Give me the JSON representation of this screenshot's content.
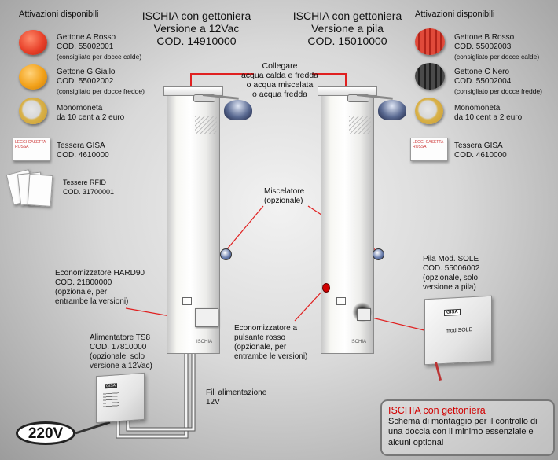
{
  "left_header": "Attivazioni disponibili",
  "right_header": "Attivazioni disponibili",
  "left_title": [
    "ISCHIA con gettoniera",
    "Versione a 12Vac",
    "COD. 14910000"
  ],
  "right_title": [
    "ISCHIA con gettoniera",
    "Versione a pila",
    "COD. 15010000"
  ],
  "left_items": [
    {
      "name": "Gettone A Rosso",
      "code": "COD. 55002001",
      "note": "(consigliato per docce calde)",
      "color": "#e8412a"
    },
    {
      "name": "Gettone G Giallo",
      "code": "COD. 55002002",
      "note": "(consigliato per docce fredde)",
      "color": "#f3a21b"
    },
    {
      "name": "Monomoneta",
      "code": "da 10 cent a 2 euro"
    },
    {
      "name": "Tessera GISA",
      "code": "COD. 4610000",
      "card_text": "LEGGI CASETTA ROSSA"
    },
    {
      "name": "Tessere RFID",
      "code": "COD. 31700001"
    }
  ],
  "right_items": [
    {
      "name": "Gettone B Rosso",
      "code": "COD. 55002003",
      "note": "(consigliato per docce calde)",
      "color": "#d8342b"
    },
    {
      "name": "Gettone C Nero",
      "code": "COD. 55002004",
      "note": "(consigliato per docce fredde)",
      "color": "#3a3a3a"
    },
    {
      "name": "Monomoneta",
      "code": "da 10 cent a 2 euro"
    },
    {
      "name": "Tessera GISA",
      "code": "COD. 4610000",
      "card_text": "LEGGI CASETTA ROSSA"
    }
  ],
  "connect_label": [
    "Collegare",
    "acqua calda e fredda",
    "o acqua miscelata",
    "o acqua fredda"
  ],
  "mixer_label": [
    "Miscelatore",
    "(opzionale)"
  ],
  "hard90_label": [
    "Economizzatore HARD90",
    "COD. 21800000",
    "(opzionale, per",
    "entrambe la versioni)"
  ],
  "red_button_label": [
    "Economizzatore a",
    "pulsante rosso",
    "(opzionale, per",
    "entrambe le versioni)"
  ],
  "ts8_label": [
    "Alimentatore TS8",
    "COD. 17810000",
    "(opzionale, solo",
    "versione a 12Vac)"
  ],
  "sole_label": [
    "Pila Mod. SOLE",
    "COD. 55006002",
    "(opzionale, solo",
    "versione a pila)"
  ],
  "wires_label": [
    "Fili alimentazione",
    "12V"
  ],
  "voltage": "220V",
  "column_brand": "ISCHIA",
  "ts8_badge": "GISA",
  "sole_brand": "GISA",
  "sole_text": "mod.SOLE",
  "note": {
    "title": "ISCHIA con gettoniera",
    "text": "Schema di montaggio per il controllo di una doccia con il minimo essenziale e alcuni optional"
  }
}
